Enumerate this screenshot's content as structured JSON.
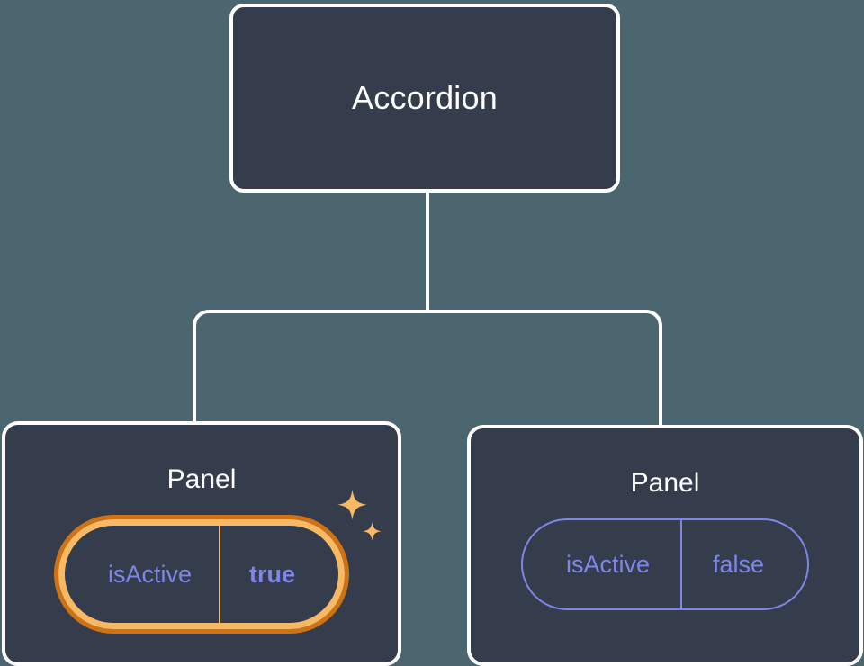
{
  "diagram": {
    "type": "component-tree",
    "background_color": "#4c6670",
    "node_fill_color": "#353c4c",
    "node_border_color": "#ffffff",
    "accent_highlight_color": "#f8b964",
    "accent_highlight_outer_color": "#cf7216",
    "prop_color": "#7e86e8",
    "root": {
      "label": "Accordion"
    },
    "children": [
      {
        "label": "Panel",
        "highlighted": true,
        "prop": {
          "key": "isActive",
          "value": "true"
        },
        "sparkle_icon": "sparkles-icon"
      },
      {
        "label": "Panel",
        "highlighted": false,
        "prop": {
          "key": "isActive",
          "value": "false"
        }
      }
    ],
    "edges": [
      {
        "from": "Accordion",
        "to": "Panel (isActive true)"
      },
      {
        "from": "Accordion",
        "to": "Panel (isActive false)"
      }
    ]
  }
}
